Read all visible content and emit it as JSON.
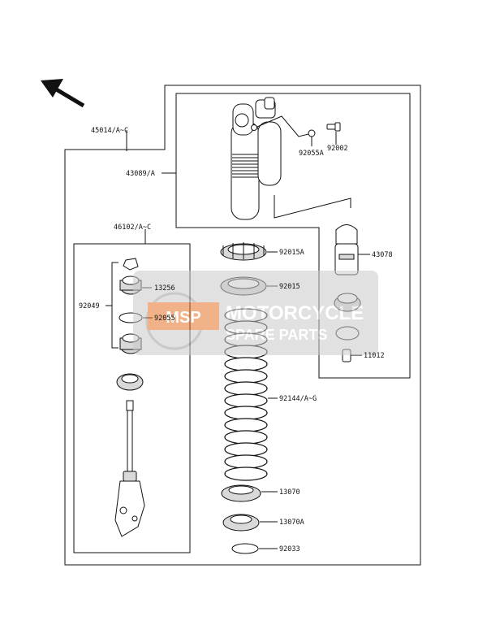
{
  "parts": {
    "p45014": "45014/A~C",
    "p43089": "43089/A",
    "p92055a": "92055A",
    "p92002": "92002",
    "p46102": "46102/A~C",
    "p92015a": "92015A",
    "p43078": "43078",
    "p13256": "13256",
    "p92015": "92015",
    "p92049": "92049",
    "p92055": "92055",
    "p11012": "11012",
    "p92144": "92144/A~G",
    "p13070": "13070",
    "p13070a": "13070A",
    "p92033": "92033"
  },
  "watermark": {
    "logo": "MSP",
    "line1": "MOTORCYCLE",
    "line2": "SPARE PARTS"
  },
  "colors": {
    "ink": "#111111",
    "watermark_bg": "#c9c9c9",
    "watermark_accent": "#e8742a"
  },
  "icons": {
    "direction_arrow": "arrow-up-left-icon"
  }
}
